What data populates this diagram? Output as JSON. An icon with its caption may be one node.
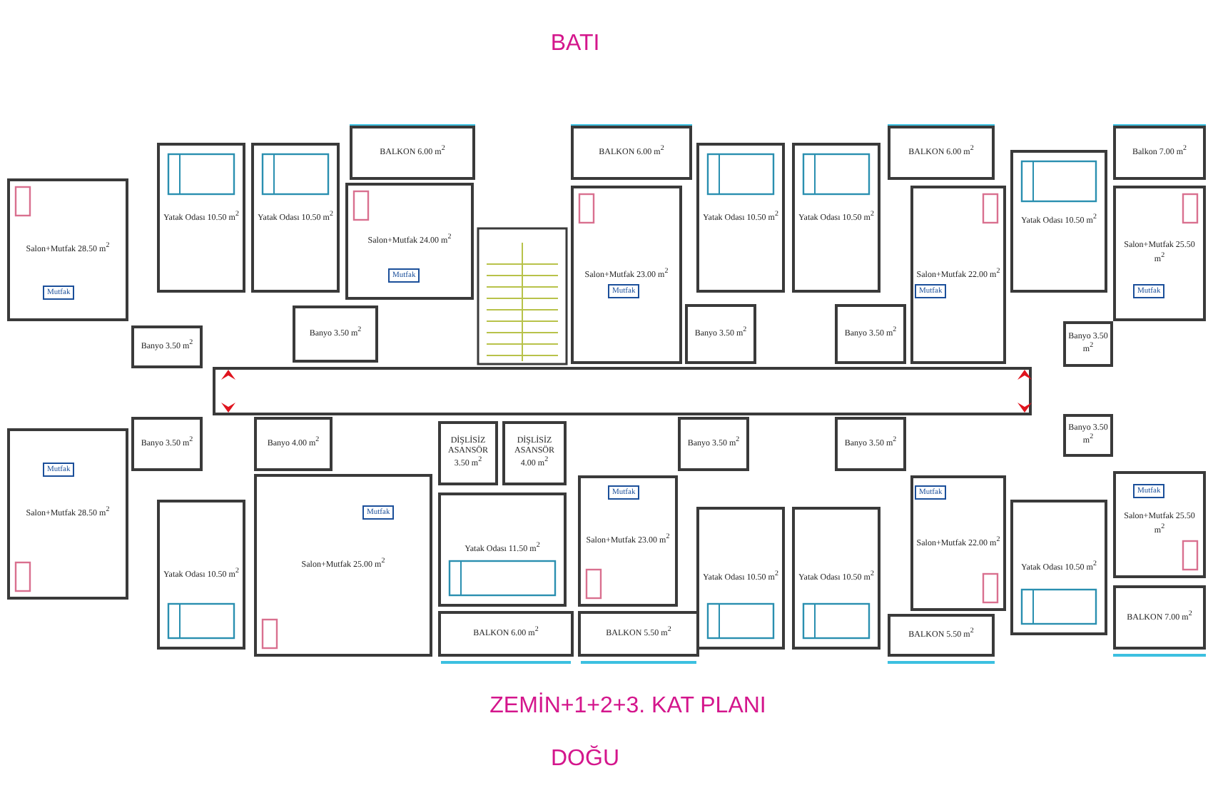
{
  "diagram": {
    "title": "ZEMİN+1+2+3. KAT PLANI",
    "nodes": [
      {
        "text": [
          "Salon+Mutfak 28.50 m$^{2}$"
        ]
      },
      {
        "text": [
          "Yatak Odası 10.50 m$^{2}$"
        ]
      },
      {
        "text": [
          "Yatak Odası 10.50 m$^{2}$"
        ]
      },
      {
        "text": [
          "BALKON 6.00 m$^{2}$"
        ]
      },
      {
        "text": [
          "Salon+Mutfak 24.00 m$^{2}$"
        ]
      },
      {
        "text": [
          "BALKON 6.00 m$^{2}$"
        ]
      },
      {
        "text": [
          "Salon+Mutfak 23.00 m$^{2}$"
        ]
      },
      {
        "text": [
          "Yatak Odası 10.50 m$^{2}$"
        ]
      },
      {
        "text": [
          "Yatak Odası 10.50 m$^{2}$"
        ]
      },
      {
        "text": [
          "Banyo 3.50 m$^{2}$"
        ]
      },
      {
        "text": [
          "Banyo 3.50 m$^{2}$"
        ]
      },
      {
        "text": [
          "BALKON 6.00 m$^{2}$"
        ]
      },
      {
        "text": [
          "Salon+Mutfak 22.00 m$^{2}$"
        ]
      },
      {
        "text": [
          "Yatak Odası 10.50 m$^{2}$"
        ]
      },
      {
        "text": [
          "Balkon 7.00 m$^{2}$"
        ]
      },
      {
        "text": [
          "Salon+Mutfak 25.50 m$^{2}$"
        ]
      },
      {
        "text": [
          "Banyo 3.50 m$^{2}$"
        ]
      },
      {
        "text": [
          "Banyo 3.50 m$^{2}$"
        ]
      },
      {
        "text": [
          "Banyo 3.50 m$^{2}$"
        ]
      },
      {
        "text": [
          "Banyo 3.50 m$^{2}$"
        ]
      },
      {
        "text": [
          "Salon+Mutfak 28.50 m$^{2}$"
        ]
      },
      {
        "text": [
          "Yatak Odası 10.50 m$^{2}$"
        ]
      },
      {
        "text": [
          "Banyo 4.00 m$^{2}$"
        ]
      },
      {
        "text": [
          "Salon+Mutfak 25.00 m$^{2}$"
        ]
      },
      {
        "text": [
          "DİŞLİSİZ ASANSÖR 3.50 m$^{2}$"
        ]
      },
      {
        "text": [
          "DİŞLİSİZ ASANSÖR 4.00 m$^{2}$"
        ]
      },
      {
        "text": [
          "Yatak Odası 11.50 m$^{2}$"
        ]
      },
      {
        "text": [
          "BALKON 6.00 m$^{2}$"
        ]
      },
      {
        "text": [
          "Salon+Mutfak 23.00 m$^{2}$"
        ]
      },
      {
        "text": [
          "BALKON 5.50 m$^{2}$"
        ]
      },
      {
        "text": [
          "Banyo 3.50 m$^{2}$"
        ]
      },
      {
        "text": [
          "Yatak Odası 10.50 m$^{2}$"
        ]
      },
      {
        "text": [
          "Yatak Odası 10.50 m$^{2}$"
        ]
      },
      {
        "text": [
          "Banyo 3.50 m$^{2}$"
        ]
      },
      {
        "text": [
          "Salon+Mutfak 22.00 m$^{2}$"
        ]
      },
      {
        "text": [
          "BALKON 5.50 m$^{2}$"
        ]
      },
      {
        "text": [
          "Yatak Odası 10.50 m$^{2}$"
        ]
      },
      {
        "text": [
          "Banyo 3.50 m$^{2}$"
        ]
      },
      {
        "text": [
          "Salon+Mutfak 25.50 m$^{2}$"
        ]
      },
      {
        "text": [
          "BALKON 7.00 m$^{2}$"
        ]
      }
    ],
    "labels": [
      "BATI",
      "Mutfak",
      "Mutfak",
      "Mutfak",
      "Mutfak",
      "Mutfak",
      "Mutfak",
      "Mutfak",
      "Mutfak",
      "Mutfak",
      "Mutfak",
      "DOĞU"
    ]
  }
}
